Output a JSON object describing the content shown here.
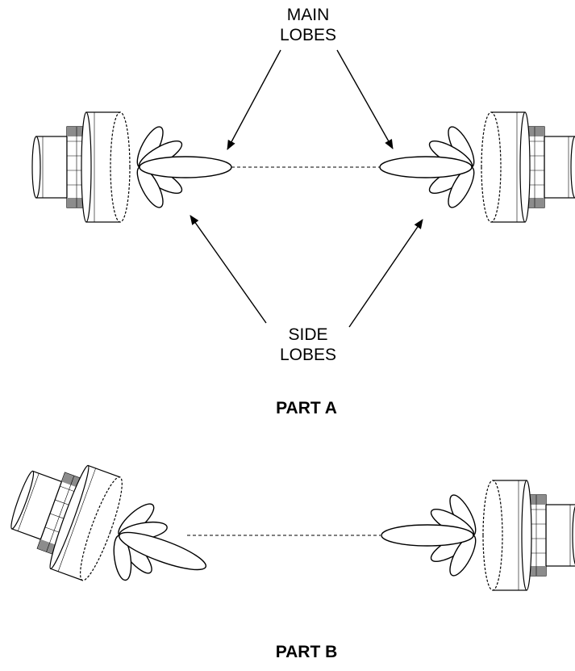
{
  "labels": {
    "main_lobes_line1": "MAIN",
    "main_lobes_line2": "LOBES",
    "side_lobes_line1": "SIDE",
    "side_lobes_line2": "LOBES",
    "part_a": "PART A",
    "part_b": "PART B"
  },
  "colors": {
    "ink": "#000000",
    "background": "#ffffff",
    "nut": "#8c8c8c"
  }
}
